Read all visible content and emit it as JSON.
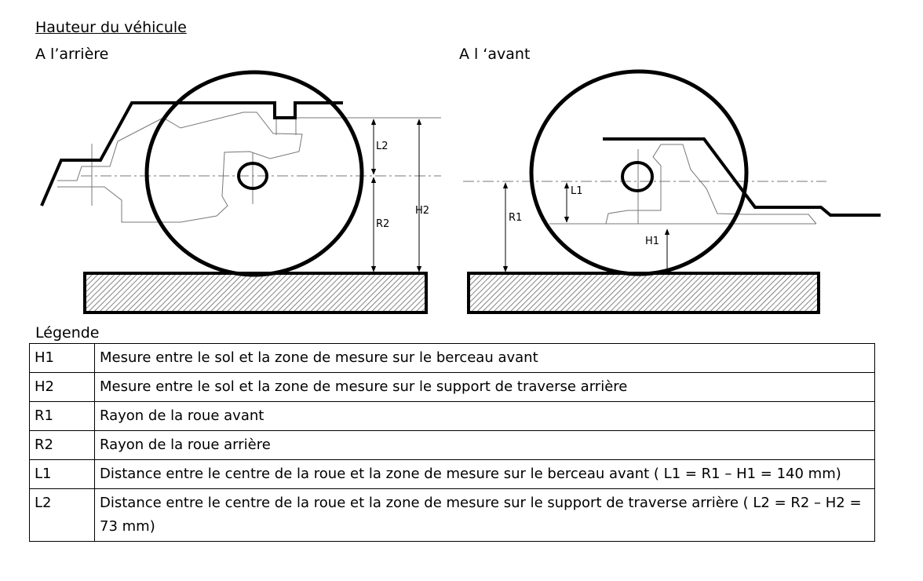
{
  "title": "Hauteur du véhicule",
  "rear_label": "A l’arrière",
  "front_label": "A l ‘avant",
  "diagram_labels": {
    "L2": "L2",
    "R2": "R2",
    "H2": "H2",
    "L1": "L1",
    "R1": "R1",
    "H1": "H1"
  },
  "legend_title": "Légende",
  "legend": [
    {
      "key": "H1",
      "desc": "Mesure entre le sol et la zone de mesure sur le berceau avant"
    },
    {
      "key": "H2",
      "desc": "Mesure entre le sol et la zone de mesure sur le support de traverse arrière"
    },
    {
      "key": "R1",
      "desc": "Rayon de la roue avant"
    },
    {
      "key": "R2",
      "desc": "Rayon de la roue arrière"
    },
    {
      "key": "L1",
      "desc": "Distance entre le centre de la roue et la zone de mesure sur le berceau avant ( L1 = R1 – H1 = 140 mm)"
    },
    {
      "key": "L2",
      "desc": "Distance entre le centre de la roue et la zone de mesure sur le support de traverse arrière ( L2 = R2 – H2 = 73 mm)"
    }
  ]
}
